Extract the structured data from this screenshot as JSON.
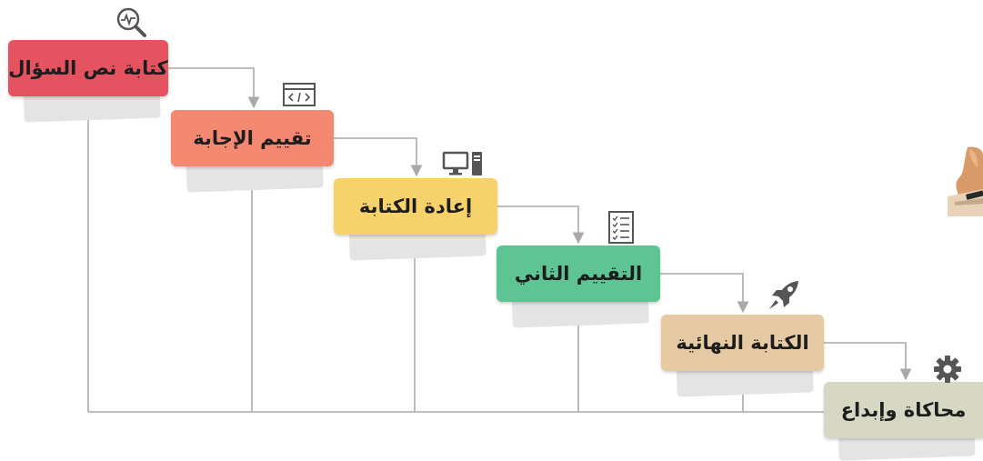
{
  "steps": [
    {
      "label": "كتابة نص السؤال",
      "icon": "search-pulse-icon",
      "color": "#e55260"
    },
    {
      "label": "تقييم الإجابة",
      "icon": "code-window-icon",
      "color": "#f58870"
    },
    {
      "label": "إعادة الكتابة",
      "icon": "desktop-computer-icon",
      "color": "#f7d26a"
    },
    {
      "label": "التقييم الثاني",
      "icon": "checklist-icon",
      "color": "#5fc494"
    },
    {
      "label": "الكتابة النهائية",
      "icon": "rocket-icon",
      "color": "#e5caa4"
    },
    {
      "label": "محاكاة وإبداع",
      "icon": "gear-icon",
      "color": "#d6d8c4"
    }
  ],
  "connector_color": "#a9a9a9"
}
